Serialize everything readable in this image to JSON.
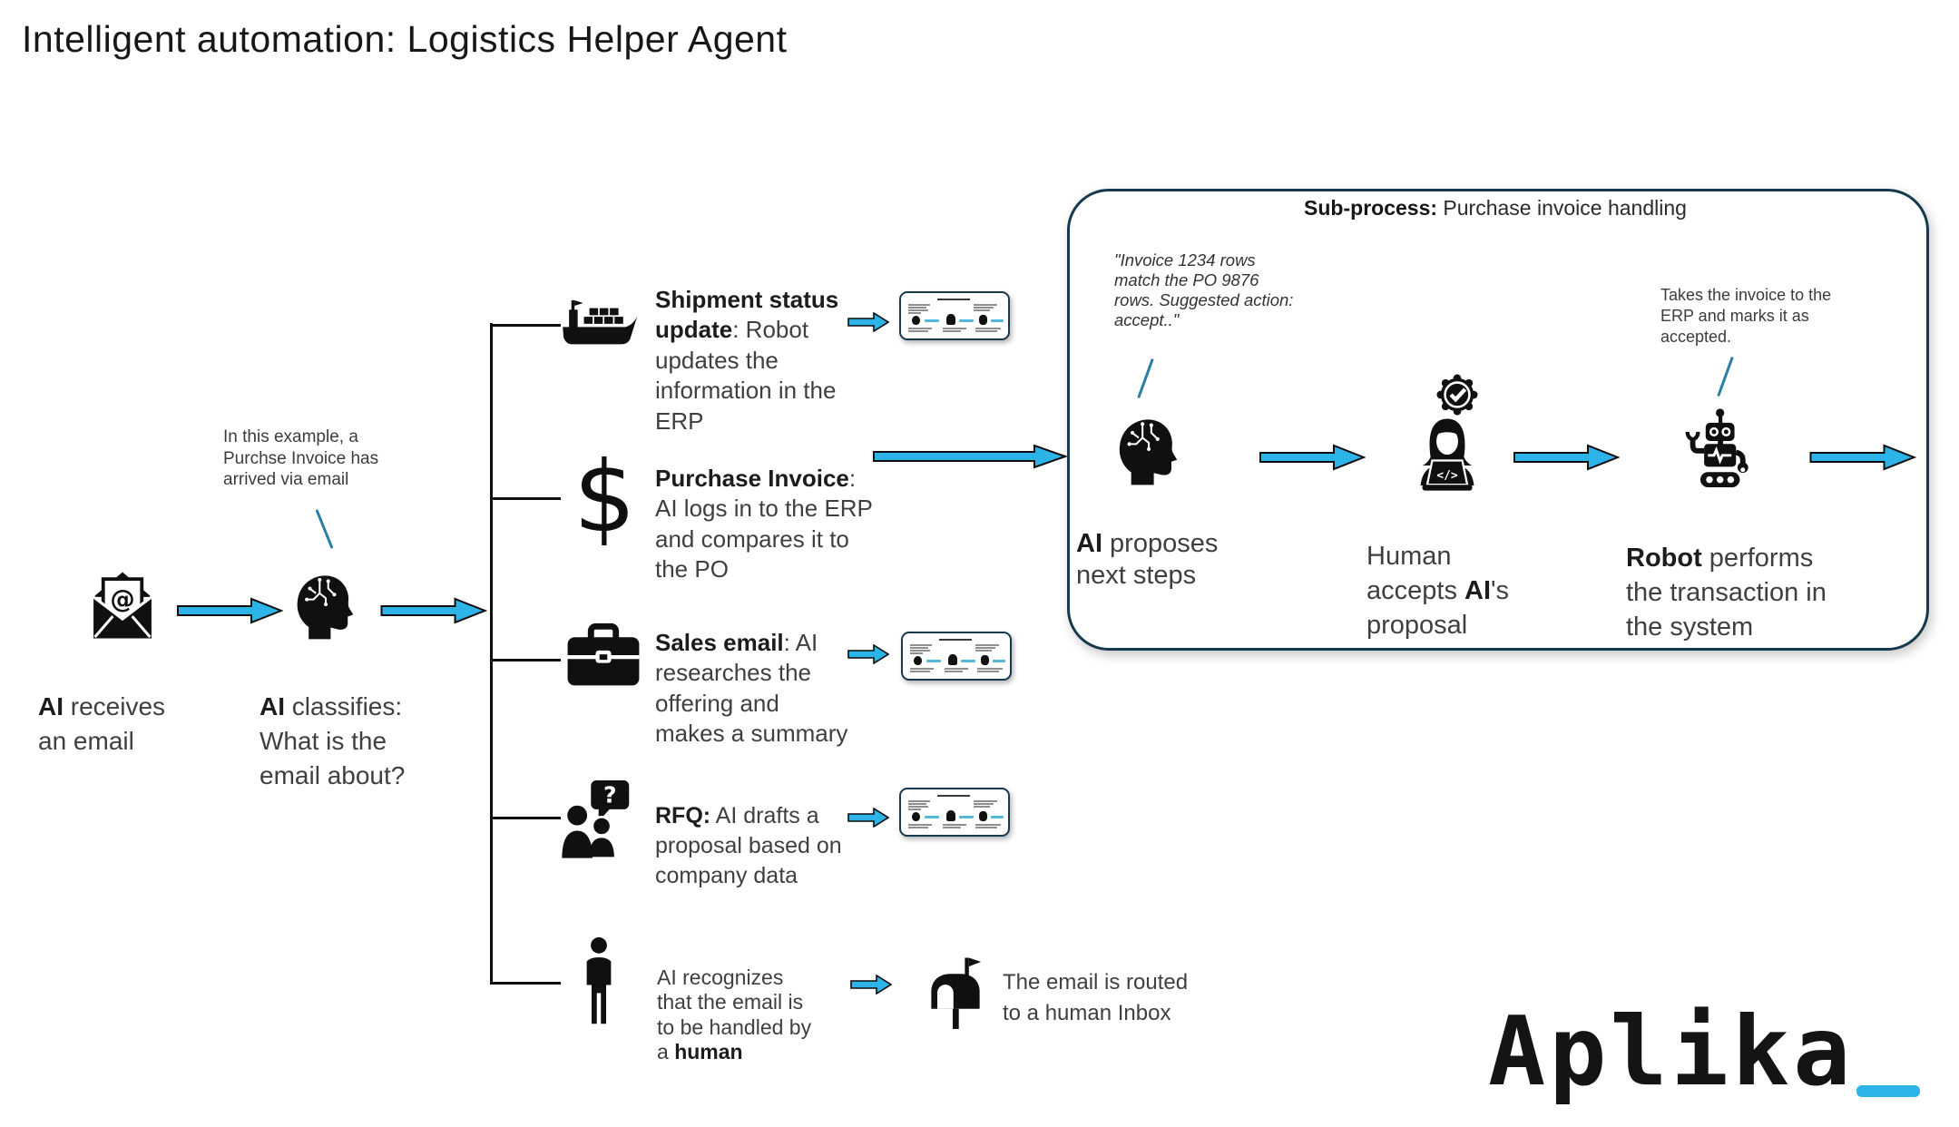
{
  "title": "Intelligent automation: Logistics Helper Agent",
  "colors": {
    "arrow": "#2cb3e8",
    "border": "#16394d",
    "annotation": "#2a7fa8"
  },
  "main_flow": {
    "receive_bold": "AI",
    "receive_rest": " receives\nan email",
    "classify_bold": "AI",
    "classify_rest": " classifies:\nWhat is the\nemail about?",
    "note": "In this example, a\nPurchse Invoice has\narrived via email"
  },
  "branches": {
    "shipment_bold": "Shipment status\nupdate",
    "shipment_rest": ": Robot\nupdates the\ninformation in the\nERP",
    "invoice_bold": "Purchase Invoice",
    "invoice_rest": ":\nAI logs in to the ERP\nand compares it to\nthe PO",
    "sales_bold": "Sales email",
    "sales_rest": ": AI\nresearches the\noffering and\nmakes a summary",
    "rfq_bold": "RFQ:",
    "rfq_rest": " AI drafts a\nproposal based on\ncompany data",
    "human_pre": "AI recognizes\nthat the email is\nto be handled by\na ",
    "human_bold": "human",
    "routed": "The email is routed\nto a human Inbox"
  },
  "subprocess": {
    "title_bold": "Sub-process:",
    "title_rest": " Purchase invoice handling",
    "quote": "\"Invoice 1234 rows\nmatch the PO 9876\nrows. Suggested action:\naccept..\"",
    "step1_bold": "AI",
    "step1_rest": " proposes\nnext steps",
    "step2_pre": "Human\naccepts ",
    "step2_bold": "AI",
    "step2_post": "'s\nproposal",
    "step3_bold": "Robot",
    "step3_rest": " performs\nthe transaction in\nthe system",
    "robot_note": "Takes the invoice to the\nERP and marks it as\naccepted."
  },
  "logo_text": "Aplika"
}
